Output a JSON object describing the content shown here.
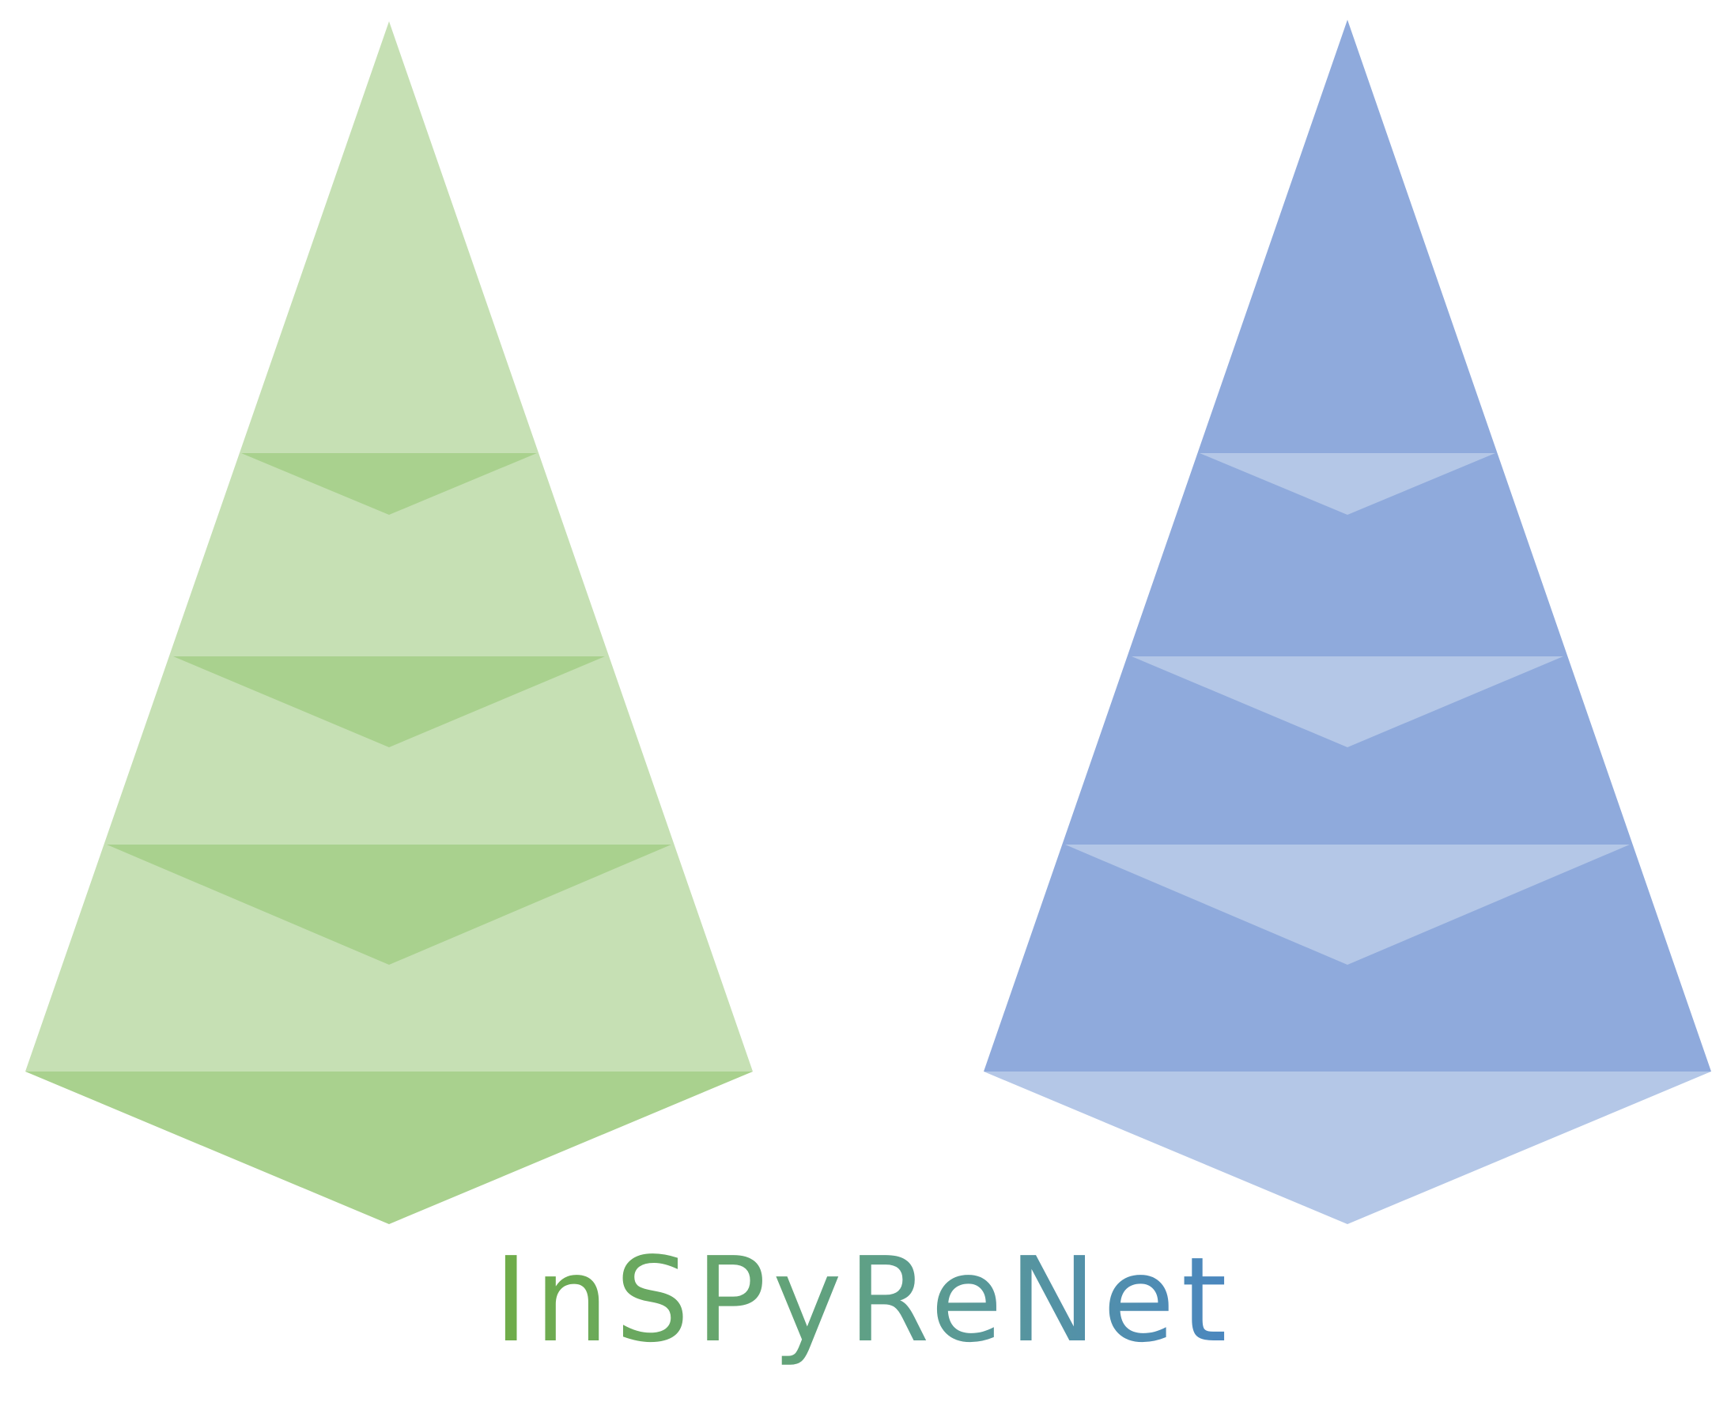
{
  "logo": {
    "wordmark": "InSPyReNet",
    "wordmark_gradient": [
      "#70ad47",
      "#5fa086",
      "#4a86c0"
    ]
  },
  "pyramids": [
    {
      "name": "green-pyramid",
      "fill": "#c6e0b4",
      "arrow_fill": "#a9d18e",
      "levels": 4,
      "arrow_direction": "down"
    },
    {
      "name": "blue-pyramid",
      "fill": "#8faadc",
      "arrow_fill": "#b4c7e7",
      "levels": 4,
      "arrow_direction": "down"
    }
  ]
}
